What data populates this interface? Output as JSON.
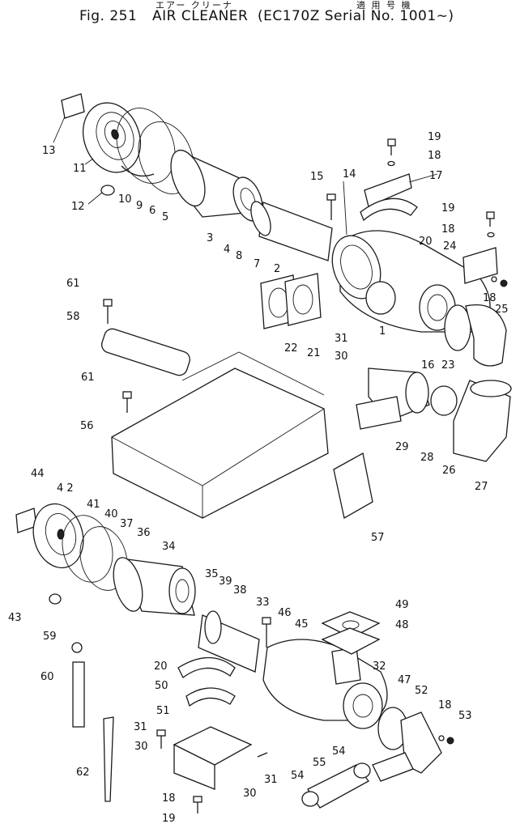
{
  "header": {
    "kana_title": "エアー クリーナ",
    "kana_serial": "適 用 号 機",
    "fig_label": "Fig. 251",
    "title": "AIR CLEANER",
    "serial": "(EC170Z Serial No. 1001∼)"
  },
  "callouts": [
    {
      "id": "c13",
      "text": "13"
    },
    {
      "id": "c11",
      "text": "11"
    },
    {
      "id": "c12",
      "text": "12"
    },
    {
      "id": "c10",
      "text": "10"
    },
    {
      "id": "c9",
      "text": "9"
    },
    {
      "id": "c6",
      "text": "6"
    },
    {
      "id": "c5",
      "text": "5"
    },
    {
      "id": "c3",
      "text": "3"
    },
    {
      "id": "c4",
      "text": "4"
    },
    {
      "id": "c8",
      "text": "8"
    },
    {
      "id": "c7",
      "text": "7"
    },
    {
      "id": "c2",
      "text": "2"
    },
    {
      "id": "c15",
      "text": "15"
    },
    {
      "id": "c14",
      "text": "14"
    },
    {
      "id": "c17",
      "text": "17"
    },
    {
      "id": "c19a",
      "text": "19"
    },
    {
      "id": "c18a",
      "text": "18"
    },
    {
      "id": "c20a",
      "text": "20"
    },
    {
      "id": "c19b",
      "text": "19"
    },
    {
      "id": "c18b",
      "text": "18"
    },
    {
      "id": "c24",
      "text": "24"
    },
    {
      "id": "c18c",
      "text": "18"
    },
    {
      "id": "c25",
      "text": "25"
    },
    {
      "id": "c1",
      "text": "1"
    },
    {
      "id": "c22",
      "text": "22"
    },
    {
      "id": "c21",
      "text": "21"
    },
    {
      "id": "c16",
      "text": "16"
    },
    {
      "id": "c23",
      "text": "23"
    },
    {
      "id": "c31a",
      "text": "31"
    },
    {
      "id": "c30a",
      "text": "30"
    },
    {
      "id": "c61a",
      "text": "61"
    },
    {
      "id": "c58",
      "text": "58"
    },
    {
      "id": "c61b",
      "text": "61"
    },
    {
      "id": "c56",
      "text": "56"
    },
    {
      "id": "c29",
      "text": "29"
    },
    {
      "id": "c28",
      "text": "28"
    },
    {
      "id": "c26",
      "text": "26"
    },
    {
      "id": "c27",
      "text": "27"
    },
    {
      "id": "c57",
      "text": "57"
    },
    {
      "id": "c44",
      "text": "44"
    },
    {
      "id": "c42",
      "text": "4 2"
    },
    {
      "id": "c41",
      "text": "41"
    },
    {
      "id": "c40",
      "text": "40"
    },
    {
      "id": "c37",
      "text": "37"
    },
    {
      "id": "c36",
      "text": "36"
    },
    {
      "id": "c34",
      "text": "34"
    },
    {
      "id": "c35",
      "text": "35"
    },
    {
      "id": "c39",
      "text": "39"
    },
    {
      "id": "c38",
      "text": "38"
    },
    {
      "id": "c33",
      "text": "33"
    },
    {
      "id": "c46",
      "text": "46"
    },
    {
      "id": "c45",
      "text": "45"
    },
    {
      "id": "c49",
      "text": "49"
    },
    {
      "id": "c48",
      "text": "48"
    },
    {
      "id": "c43",
      "text": "43"
    },
    {
      "id": "c59",
      "text": "59"
    },
    {
      "id": "c60",
      "text": "60"
    },
    {
      "id": "c20b",
      "text": "20"
    },
    {
      "id": "c50",
      "text": "50"
    },
    {
      "id": "c32",
      "text": "32"
    },
    {
      "id": "c47",
      "text": "47"
    },
    {
      "id": "c52",
      "text": "52"
    },
    {
      "id": "c18d",
      "text": "18"
    },
    {
      "id": "c53",
      "text": "53"
    },
    {
      "id": "c51",
      "text": "51"
    },
    {
      "id": "c31b",
      "text": "31"
    },
    {
      "id": "c30b",
      "text": "30"
    },
    {
      "id": "c62",
      "text": "62"
    },
    {
      "id": "c31c",
      "text": "31"
    },
    {
      "id": "c30c",
      "text": "30"
    },
    {
      "id": "c54a",
      "text": "54"
    },
    {
      "id": "c55",
      "text": "55"
    },
    {
      "id": "c54b",
      "text": "54"
    },
    {
      "id": "c18e",
      "text": "18"
    },
    {
      "id": "c19c",
      "text": "19"
    }
  ]
}
